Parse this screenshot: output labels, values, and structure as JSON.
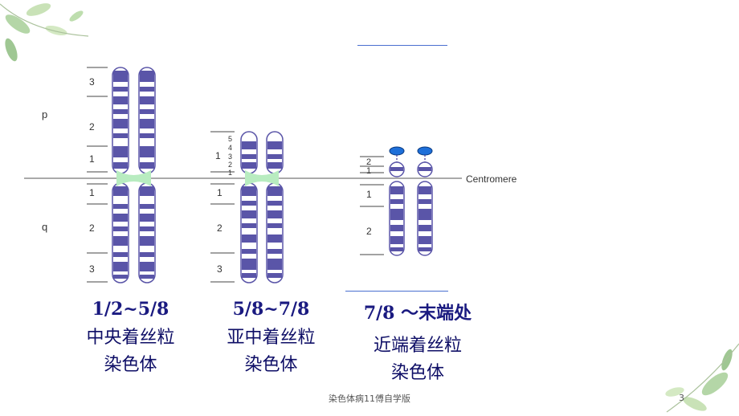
{
  "slide": {
    "footer": "染色体病11傅自学版",
    "page_number": "3"
  },
  "figure": {
    "arm_p": "p",
    "arm_q": "q",
    "centromere_label": "Centromere",
    "chrom1_bands": [
      "3",
      "2",
      "1",
      "1",
      "2",
      "3"
    ],
    "chrom2_bands": [
      "5",
      "4",
      "3",
      "2",
      "1",
      "1",
      "1",
      "2",
      "3"
    ],
    "chrom3_bands": [
      "2",
      "1",
      "1",
      "2"
    ]
  },
  "captions": [
    {
      "ratio": "1/2~5/8",
      "line1": "中央着丝粒",
      "line2": "染色体"
    },
    {
      "ratio": "5/8~7/8",
      "line1": "亚中着丝粒",
      "line2": "染色体"
    },
    {
      "ratio": "7/8 ～末端处",
      "line1": "近端着丝粒",
      "line2": "染色体"
    }
  ],
  "colors": {
    "band": "#5a55a8",
    "centromere": "#b8ecc0",
    "satellite": "#1e6fd9",
    "caption": "#1a1a80"
  }
}
